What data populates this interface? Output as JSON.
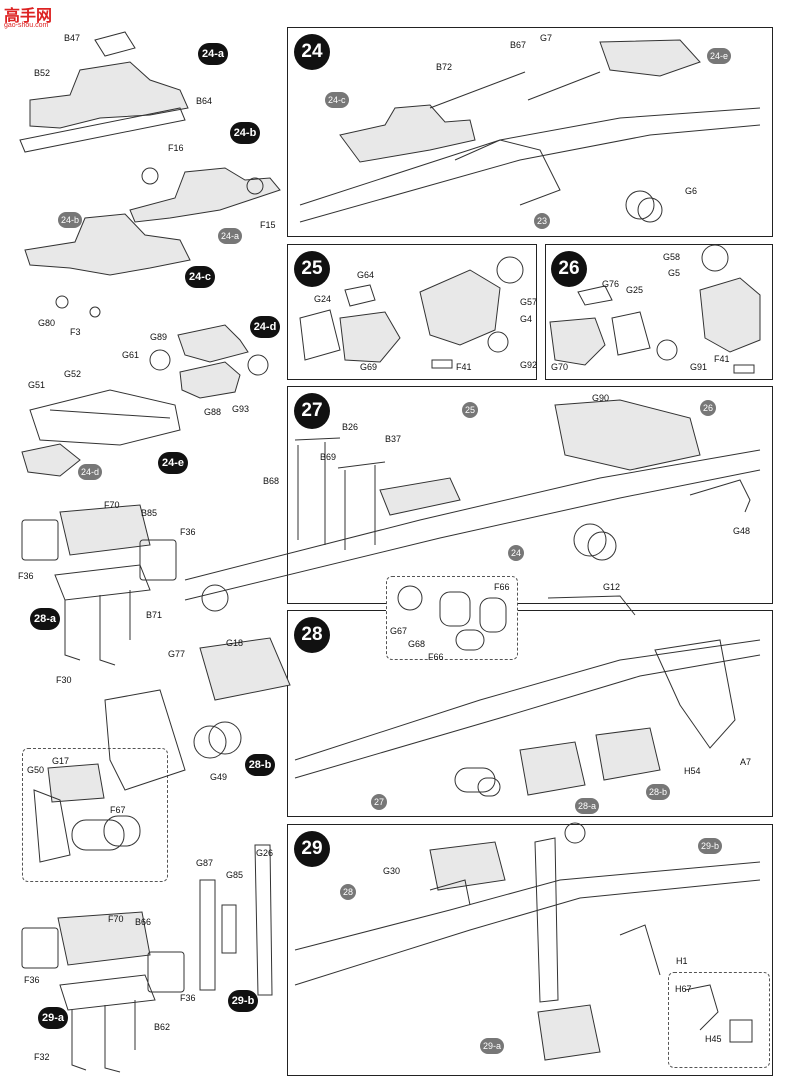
{
  "watermark": {
    "brand": "高手网",
    "url": "gao-shou.com"
  },
  "steps": {
    "s24": "24",
    "s25": "25",
    "s26": "26",
    "s27": "27",
    "s28": "28",
    "s29": "29"
  },
  "subassemblies": {
    "a24a": "24-a",
    "a24b": "24-b",
    "a24c": "24-c",
    "a24d": "24-d",
    "a24e": "24-e",
    "a28a": "28-a",
    "a28b": "28-b",
    "a29a": "29-a",
    "a29b": "29-b"
  },
  "refs": {
    "r24a_1": "24-a",
    "r24b_1": "24-b",
    "r24d_1": "24-d",
    "r24c_2": "24-c",
    "r24e_2": "24-e",
    "r23": "23",
    "r25_27": "25",
    "r26_27": "26",
    "r24_27": "24",
    "r27_28": "27",
    "r28a_28": "28-a",
    "r28b_28": "28-b",
    "r28_29": "28",
    "r29b_29": "29-b",
    "r29a_29": "29-a"
  },
  "parts": {
    "B47": "B47",
    "B52": "B52",
    "B64": "B64",
    "F16": "F16",
    "F15": "F15",
    "G80": "G80",
    "F3": "F3",
    "G89": "G89",
    "G61": "G61",
    "G88": "G88",
    "G93": "G93",
    "G51": "G51",
    "G52": "G52",
    "F70a": "F70",
    "B85": "B85",
    "F36a": "F36",
    "F36b": "F36",
    "B71": "B71",
    "F30": "F30",
    "G18": "G18",
    "G77": "G77",
    "G49": "G49",
    "G17": "G17",
    "G50": "G50",
    "F67": "F67",
    "G87": "G87",
    "G85": "G85",
    "G26": "G26",
    "F70b": "F70",
    "B66": "B66",
    "F36c": "F36",
    "F36d": "F36",
    "B62": "B62",
    "F32": "F32",
    "B72": "B72",
    "B67": "B67",
    "G7": "G7",
    "G6": "G6",
    "G64": "G64",
    "G24": "G24",
    "G57": "G57",
    "G4": "G4",
    "G69": "G69",
    "F41a": "F41",
    "G92": "G92",
    "G58": "G58",
    "G5": "G5",
    "G76": "G76",
    "G25": "G25",
    "G70": "G70",
    "G91": "G91",
    "F41b": "F41",
    "B26": "B26",
    "B37": "B37",
    "B69": "B69",
    "B68": "B68",
    "G90": "G90",
    "G48": "G48",
    "G12": "G12",
    "G67": "G67",
    "G68": "G68",
    "F66a": "F66",
    "F66b": "F66",
    "H54": "H54",
    "A7": "A7",
    "G30": "G30",
    "H1": "H1",
    "H67": "H67",
    "H45": "H45"
  }
}
